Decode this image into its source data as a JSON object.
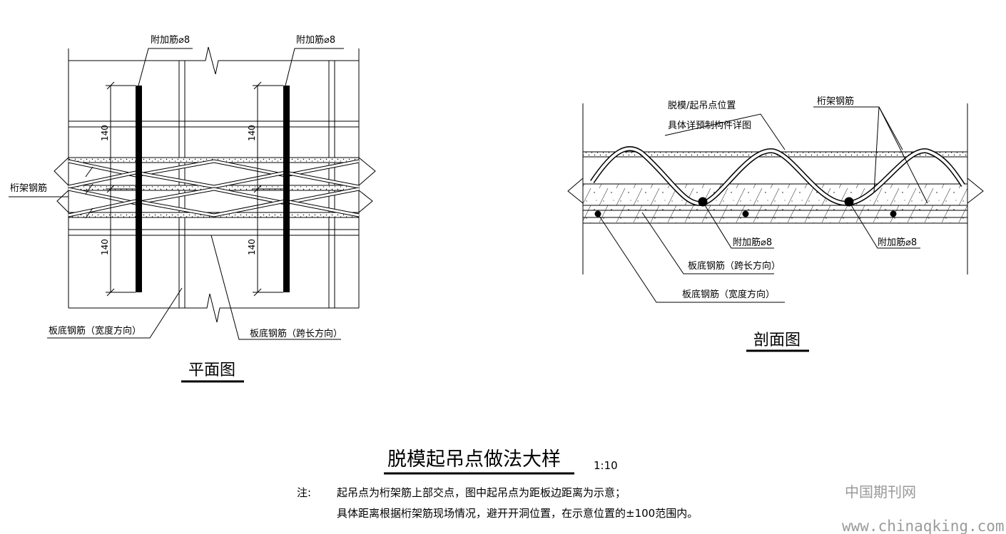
{
  "plan": {
    "caption": "平面图",
    "rebar_label_left": "附加筋⌀8",
    "rebar_label_right": "附加筋⌀8",
    "truss_label": "桁架钢筋",
    "width_dir_label": "板底钢筋（宽度方向）",
    "span_dir_label": "板底钢筋（跨长方向）",
    "dims": [
      "140",
      "140",
      "140",
      "140"
    ]
  },
  "section": {
    "caption": "剖面图",
    "position_label_1": "脱模/起吊点位置",
    "position_label_2": "具体详预制构件详图",
    "truss_label": "桁架钢筋",
    "rebar_label_1": "附加筋⌀8",
    "rebar_label_2": "附加筋⌀8",
    "span_dir_label": "板底钢筋（跨长方向）",
    "width_dir_label": "板底钢筋（宽度方向）"
  },
  "title": {
    "main": "脱模起吊点做法大样",
    "scale": "1:10"
  },
  "notes": {
    "prefix": "注:",
    "line1": "起吊点为桁架筋上部交点，图中起吊点为距板边距离为示意；",
    "line2": "具体距离根据桁架筋现场情况，避开开洞位置，在示意位置的±100范围内。"
  },
  "watermark": {
    "cn": "中国期刊网",
    "url": "www.chinaqking.com"
  }
}
